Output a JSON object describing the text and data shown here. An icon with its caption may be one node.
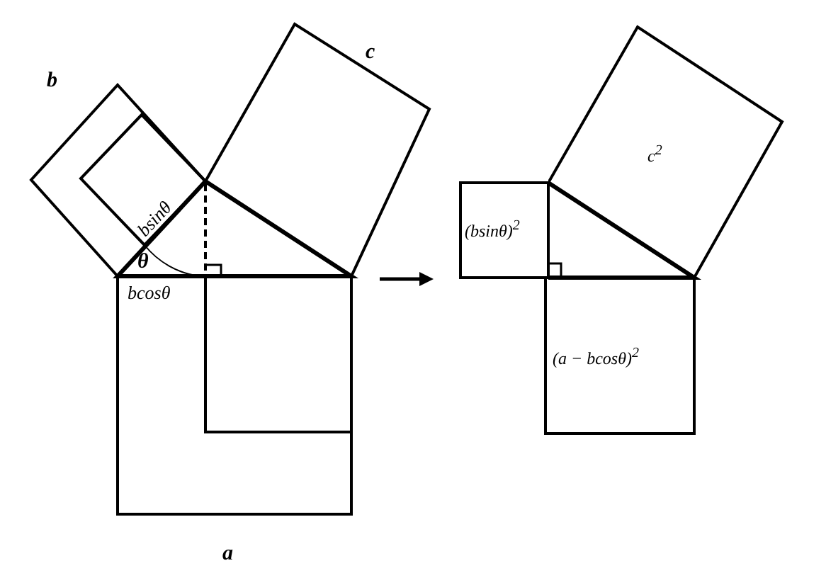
{
  "diagram": {
    "nodes": [
      {
        "text": [
          "c$^{2}$"
        ]
      },
      {
        "text": [
          "(bsinθ)$^{2}$"
        ]
      },
      {
        "text": [
          "(a − bcosθ)$^{2}$"
        ]
      }
    ],
    "labels": [
      "b",
      "c",
      "bsinθ",
      "θ",
      "bcosθ",
      "a"
    ]
  }
}
